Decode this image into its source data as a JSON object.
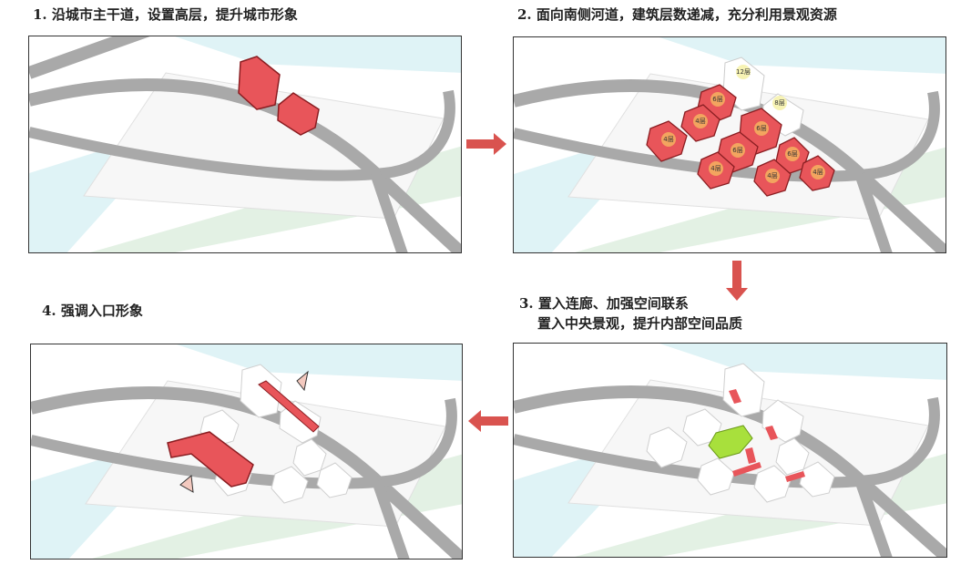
{
  "steps": [
    {
      "number": "1.",
      "caption": "沿城市主干道，设置高层，提升城市形象"
    },
    {
      "number": "2.",
      "caption": "面向南侧河道，建筑层数递减，充分利用景观资源"
    },
    {
      "number": "3.",
      "caption": "置入连廊、加强空间联系",
      "caption2": "置入中央景观，提升内部空间品质"
    },
    {
      "number": "4.",
      "caption": "强调入口形象"
    }
  ],
  "floor_labels": {
    "tall_left": "12层",
    "tall_right": "8层",
    "mid_a": "6层",
    "mid_b": "6层",
    "mid_c": "6层",
    "mid_d": "6层",
    "low_a": "4层",
    "low_b": "4层",
    "low_c": "4层",
    "low_d": "4层",
    "low_e": "4层"
  },
  "colors": {
    "highlight_red": "#e8555a",
    "road_gray": "#a9a9a9",
    "river_blue": "#dff3f6",
    "green_band": "#e3f1e4",
    "landscape_green": "#a8e03c",
    "arrow_red": "#d9534f",
    "tall_yellow": "#f7f3b4"
  }
}
